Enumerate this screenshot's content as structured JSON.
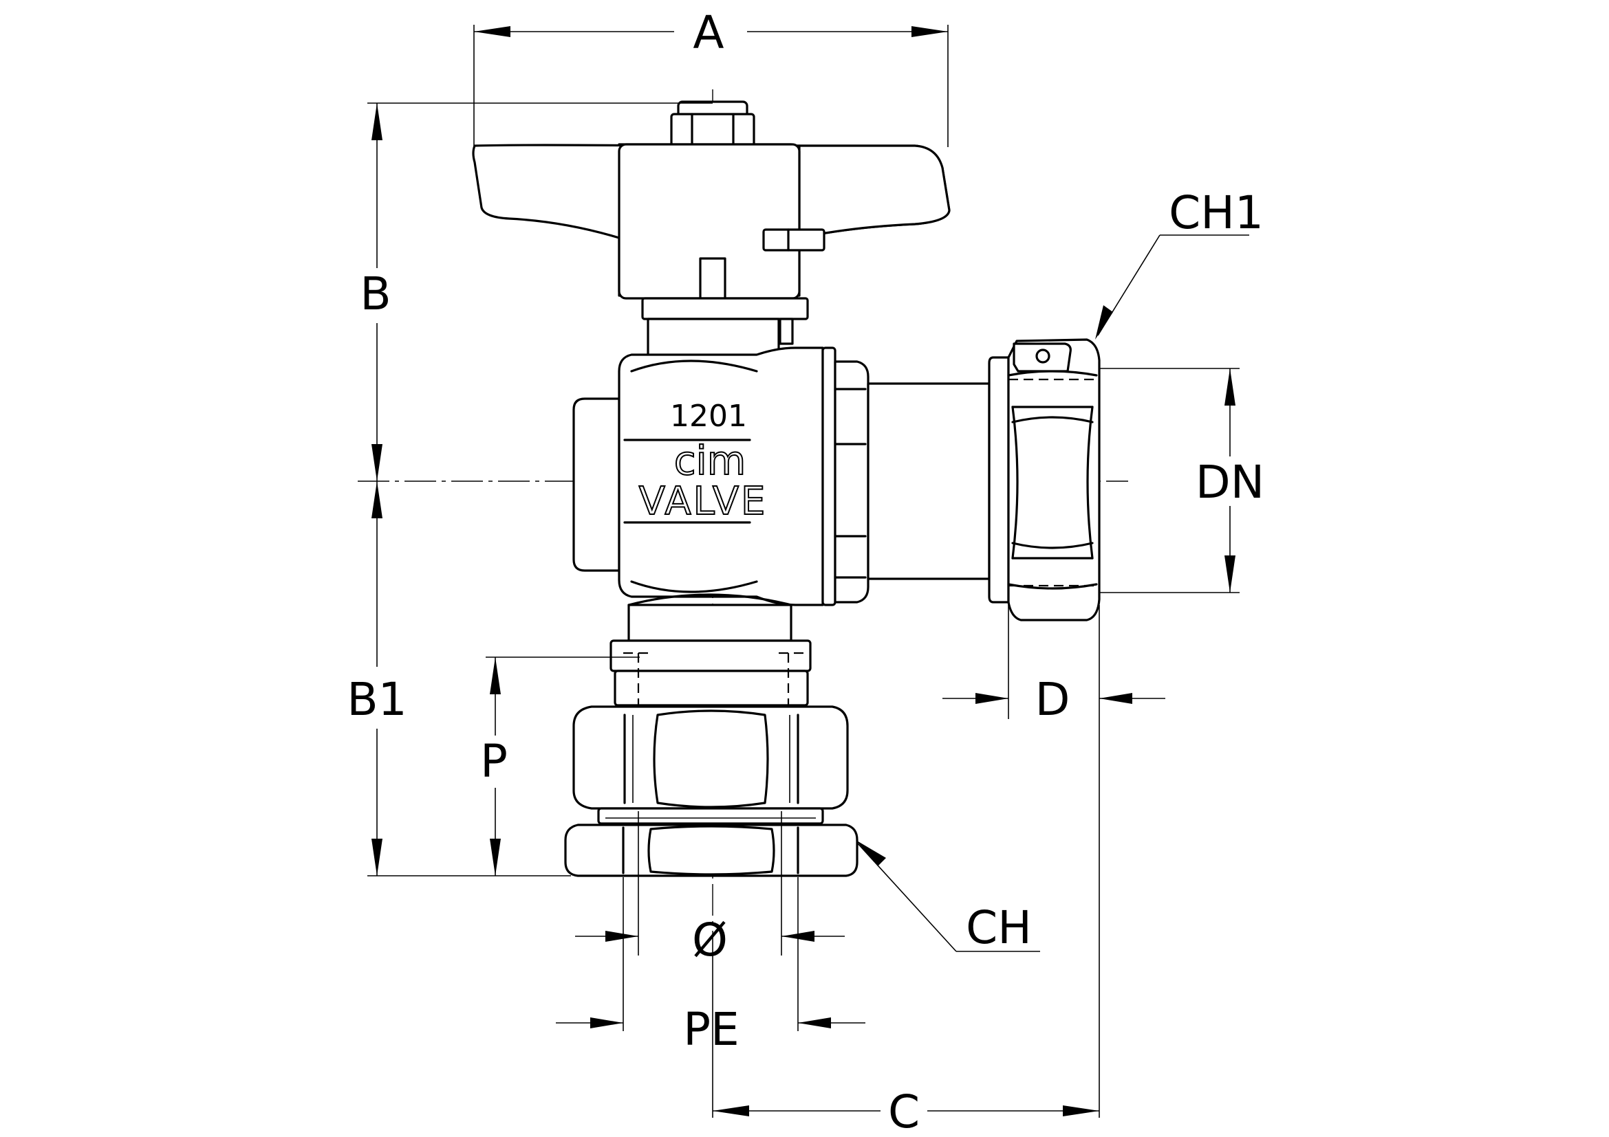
{
  "dimensions": {
    "a": "A",
    "b": "B",
    "b1": "B1",
    "p": "P",
    "ch1": "CH1",
    "dn": "DN",
    "d": "D",
    "ch": "CH",
    "dia": "Ø",
    "pe": "PE",
    "c": "C"
  },
  "body_marking": {
    "code": "1201",
    "brand": "cim",
    "type": "VALVE"
  }
}
